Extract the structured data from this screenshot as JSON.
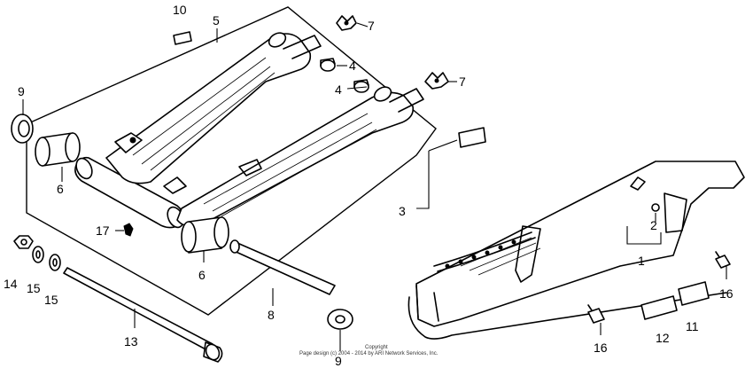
{
  "callouts": {
    "c1": "1",
    "c2": "2",
    "c3": "3",
    "c4a": "4",
    "c4b": "4",
    "c5": "5",
    "c6a": "6",
    "c6b": "6",
    "c7a": "7",
    "c7b": "7",
    "c8": "8",
    "c9a": "9",
    "c9b": "9",
    "c10": "10",
    "c11": "11",
    "c12": "12",
    "c13": "13",
    "c14": "14",
    "c15a": "15",
    "c15b": "15",
    "c16a": "16",
    "c16b": "16",
    "c17": "17"
  },
  "copyright": {
    "line1": "Copyright",
    "line2": "Page design (c) 2004 - 2014 by ARI Network Services, Inc."
  }
}
